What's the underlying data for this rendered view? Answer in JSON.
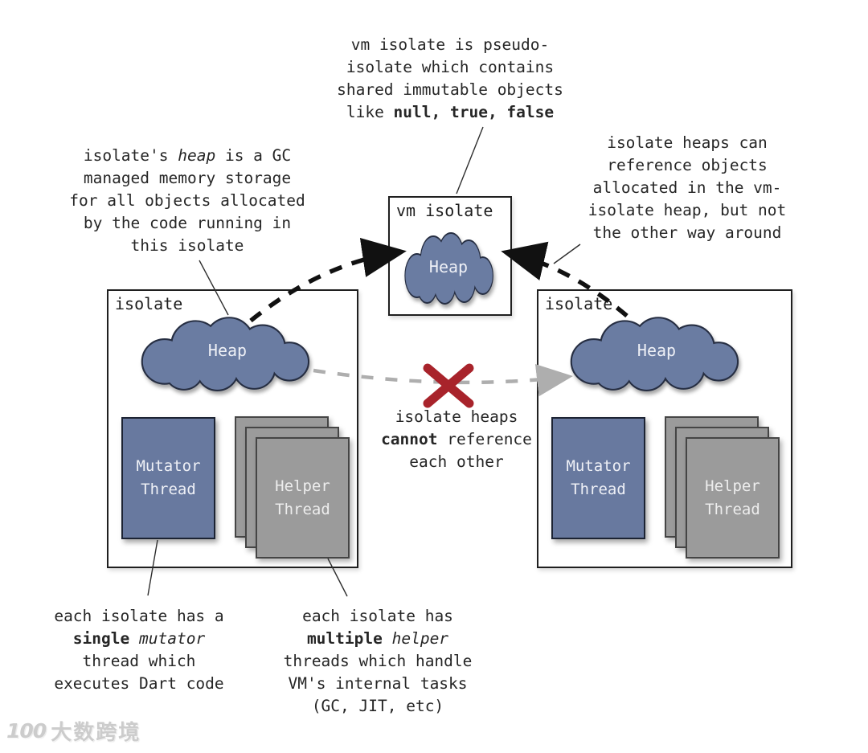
{
  "colors": {
    "heap_fill": "#6b7ca2",
    "heap_stroke": "#262e42",
    "thread_blue": "#68799f",
    "helper_gray": "#9b9b9b",
    "box_border": "#1f1f1f",
    "cross_red": "#a8232b",
    "dash_gray": "#aeaeae",
    "ink": "#262626"
  },
  "boxes": {
    "vm_isolate": {
      "label": "vm isolate",
      "heap_label": "Heap"
    },
    "left_isolate": {
      "label": "isolate",
      "heap_label": "Heap",
      "mutator_label": "Mutator\nThread",
      "helper_label": "Helper\nThread"
    },
    "right_isolate": {
      "label": "isolate",
      "heap_label": "Heap",
      "mutator_label": "Mutator\nThread",
      "helper_label": "Helper\nThread"
    }
  },
  "annotations": {
    "vm_note": {
      "lines": [
        [
          {
            "t": "vm isolate is pseudo-"
          }
        ],
        [
          {
            "t": "isolate which contains"
          }
        ],
        [
          {
            "t": "shared immutable objects"
          }
        ],
        [
          {
            "t": "like "
          },
          {
            "t": "null, true, false",
            "b": true
          }
        ]
      ]
    },
    "left_heap_note": {
      "lines": [
        [
          {
            "t": "isolate's "
          },
          {
            "t": "heap",
            "i": true
          },
          {
            "t": " is a GC"
          }
        ],
        [
          {
            "t": "managed memory storage"
          }
        ],
        [
          {
            "t": "for all objects allocated"
          }
        ],
        [
          {
            "t": "by the code running in"
          }
        ],
        [
          {
            "t": "this isolate"
          }
        ]
      ]
    },
    "right_reference_note": {
      "lines": [
        [
          {
            "t": "isolate heaps can"
          }
        ],
        [
          {
            "t": "reference objects"
          }
        ],
        [
          {
            "t": "allocated in the vm-"
          }
        ],
        [
          {
            "t": "isolate heap, but not"
          }
        ],
        [
          {
            "t": "the other way around"
          }
        ]
      ]
    },
    "cannot_reference_note": {
      "lines": [
        [
          {
            "t": "isolate heaps"
          }
        ],
        [
          {
            "t": "cannot",
            "b": true
          },
          {
            "t": " reference"
          }
        ],
        [
          {
            "t": "each other"
          }
        ]
      ]
    },
    "mutator_note": {
      "lines": [
        [
          {
            "t": "each isolate has a"
          }
        ],
        [
          {
            "t": "single",
            "b": true
          },
          {
            "t": " "
          },
          {
            "t": "mutator",
            "i": true
          }
        ],
        [
          {
            "t": "thread which"
          }
        ],
        [
          {
            "t": "executes Dart code"
          }
        ]
      ]
    },
    "helper_note": {
      "lines": [
        [
          {
            "t": "each isolate has"
          }
        ],
        [
          {
            "t": "multiple",
            "b": true
          },
          {
            "t": " "
          },
          {
            "t": "helper",
            "i": true
          }
        ],
        [
          {
            "t": "threads which handle"
          }
        ],
        [
          {
            "t": "VM's internal tasks"
          }
        ],
        [
          {
            "t": "(GC, JIT, etc)"
          }
        ]
      ]
    }
  },
  "watermark": {
    "logo": "100",
    "text": "大数跨境"
  }
}
